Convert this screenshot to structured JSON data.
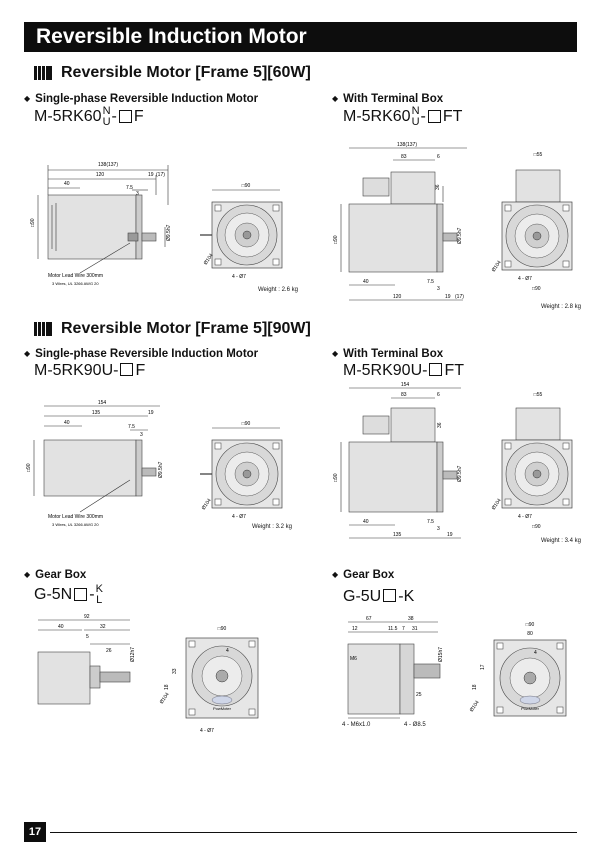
{
  "header": {
    "title": "Reversible Induction Motor"
  },
  "sections": [
    {
      "title": "Reversible Motor [Frame 5][60W]"
    },
    {
      "title": "Reversible Motor [Frame 5][90W]"
    }
  ],
  "blocks": {
    "m60": {
      "subtitle": "Single-phase Reversible Induction Motor",
      "model_prefix": "M-5RK60",
      "model_top": "N",
      "model_bottom": "U",
      "model_suffix": "-",
      "model_tail": "F",
      "dims": {
        "total": "138(137)",
        "body": "120",
        "front": "19",
        "paren": "(17)",
        "w40": "40",
        "w75": "7.5",
        "w3": "3",
        "frame": "□90",
        "shaft": "Ø9.5h7"
      },
      "lead": "Motor Lead Wire 300mm",
      "lead_spec": "3 Wires, UL 3266 AWG 20",
      "front_frame": "□90",
      "pcd": "Ø104",
      "holes": "4 - Ø7",
      "weight": "Weight : 2.6 kg"
    },
    "m60t": {
      "subtitle": "With Terminal Box",
      "model_prefix": "M-5RK60",
      "model_top": "N",
      "model_bottom": "U",
      "model_suffix": "-",
      "model_tail": "FT",
      "dims": {
        "total": "138(137)",
        "top83": "83",
        "top6": "6",
        "h36": "36",
        "frame": "□90",
        "shaft": "Ø9.5h7",
        "w40": "40",
        "w75": "7.5",
        "w3": "3",
        "body": "120",
        "front": "19",
        "paren": "(17)"
      },
      "front_frame": "□90",
      "box": "□55",
      "pcd": "Ø104",
      "holes": "4 - Ø7",
      "weight": "Weight : 2.8 kg"
    },
    "m90": {
      "subtitle": "Single-phase Reversible Induction Motor",
      "model_prefix": "M-5RK90U-",
      "model_tail": "F",
      "dims": {
        "total": "154",
        "body": "135",
        "front": "19",
        "w40": "40",
        "w75": "7.5",
        "w3": "3",
        "frame": "□90",
        "shaft": "Ø9.5h7"
      },
      "lead": "Motor Lead Wire 300mm",
      "lead_spec": "3 Wires, UL 3266 AWG 20",
      "front_frame": "□90",
      "pcd": "Ø104",
      "holes": "4 - Ø7",
      "weight": "Weight : 3.2 kg"
    },
    "m90t": {
      "subtitle": "With Terminal Box",
      "model_prefix": "M-5RK90U-",
      "model_tail": "FT",
      "dims": {
        "total": "154",
        "top83": "83",
        "top6": "6",
        "h36": "36",
        "frame": "□90",
        "shaft": "Ø9.5h7",
        "w40": "40",
        "w75": "7.5",
        "w3": "3",
        "body": "135",
        "front": "19"
      },
      "front_frame": "□90",
      "box": "□55",
      "pcd": "Ø104",
      "holes": "4 - Ø7",
      "weight": "Weight : 3.4 kg"
    },
    "gear1": {
      "subtitle": "Gear Box",
      "model_prefix": "G-5N",
      "model_mid": "-",
      "model_top": "K",
      "model_bottom": "L",
      "dims": {
        "total": "92",
        "w40": "40",
        "w32": "32",
        "w5": "5",
        "w26": "26",
        "shaft": "Ø12h7",
        "frame": "□90",
        "d33": "33",
        "d18": "18",
        "d4": "4",
        "pcd": "Ø104",
        "holes": "4 - Ø7"
      },
      "brand": "PowMoter"
    },
    "gear2": {
      "subtitle": "Gear Box",
      "model_prefix": "G-5U",
      "model_tail": "-K",
      "dims": {
        "w12": "12",
        "w67": "67",
        "w38": "38",
        "w115": "11.5",
        "w7": "7",
        "w31": "31",
        "shaft": "Ø15h7",
        "m6": "M6",
        "w25": "25",
        "frame": "□90",
        "d80": "80",
        "d17": "17",
        "d18": "18",
        "d4": "4",
        "pcd": "Ø104",
        "holes1": "4 - M6x1.0",
        "holes2": "4 - Ø8.5"
      },
      "brand": "PowMoter"
    }
  },
  "footer": {
    "page": "17"
  }
}
